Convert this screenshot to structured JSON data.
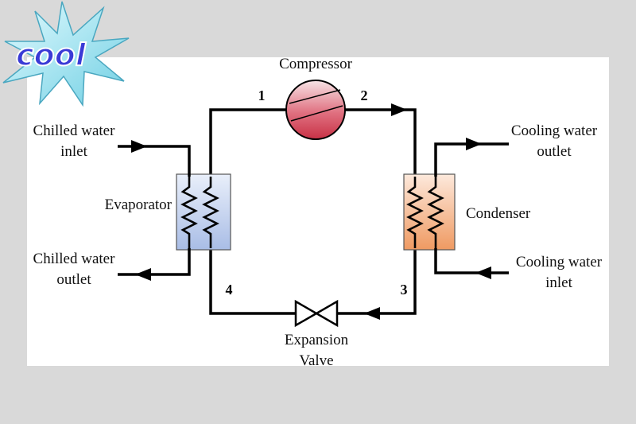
{
  "badge": {
    "text": "cool",
    "color": "#3a3ad6",
    "burst_color": "#8ee0ee"
  },
  "components": {
    "compressor": "Compressor",
    "evaporator": "Evaporator",
    "condenser": "Condenser",
    "expansion_valve": [
      "Expansion",
      "Valve"
    ]
  },
  "streams": {
    "chilled_water_inlet": [
      "Chilled water",
      "inlet"
    ],
    "chilled_water_outlet": [
      "Chilled water",
      "outlet"
    ],
    "cooling_water_outlet": [
      "Cooling water",
      "outlet"
    ],
    "cooling_water_inlet": [
      "Cooling water",
      "inlet"
    ]
  },
  "state_points": [
    "1",
    "2",
    "3",
    "4"
  ],
  "colors": {
    "compressor": "#d8485a",
    "evaporator": "#b4c6ea",
    "condenser": "#f2a878"
  }
}
